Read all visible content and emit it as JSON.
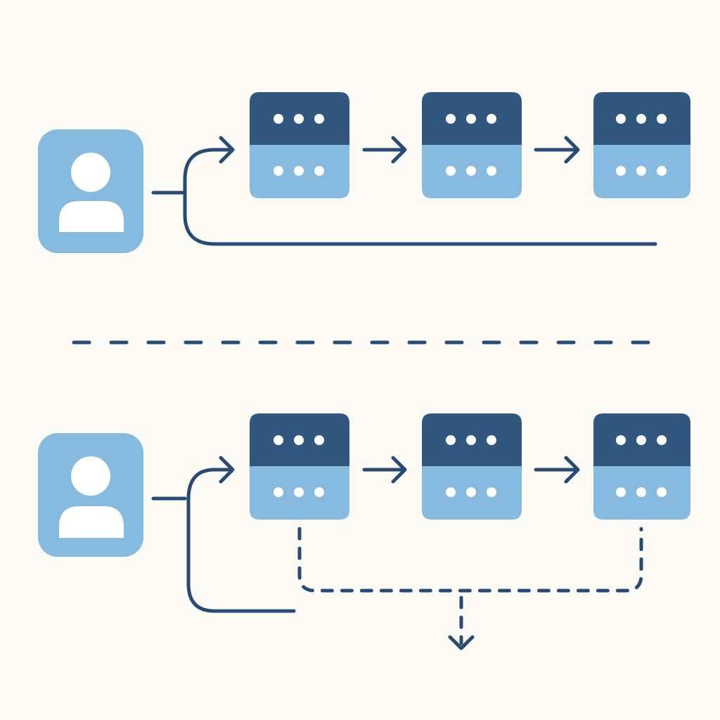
{
  "colors": {
    "background": "#fcfaf4",
    "server_top": "#31577f",
    "server_bottom": "#86bbdf",
    "user_tile": "#86bbdf",
    "user_figure": "#ffffff",
    "dot": "#ffffff",
    "line": "#284a75"
  },
  "icons": {
    "user": "user-icon",
    "server": "server-icon",
    "arrow": "arrow-icon"
  },
  "flows": [
    {
      "name": "top-flow",
      "servers": 3,
      "return_path": "solid",
      "output_path": "none"
    },
    {
      "name": "bottom-flow",
      "servers": 3,
      "return_path": "solid",
      "output_path": "dashed"
    }
  ],
  "separator": "dashed"
}
